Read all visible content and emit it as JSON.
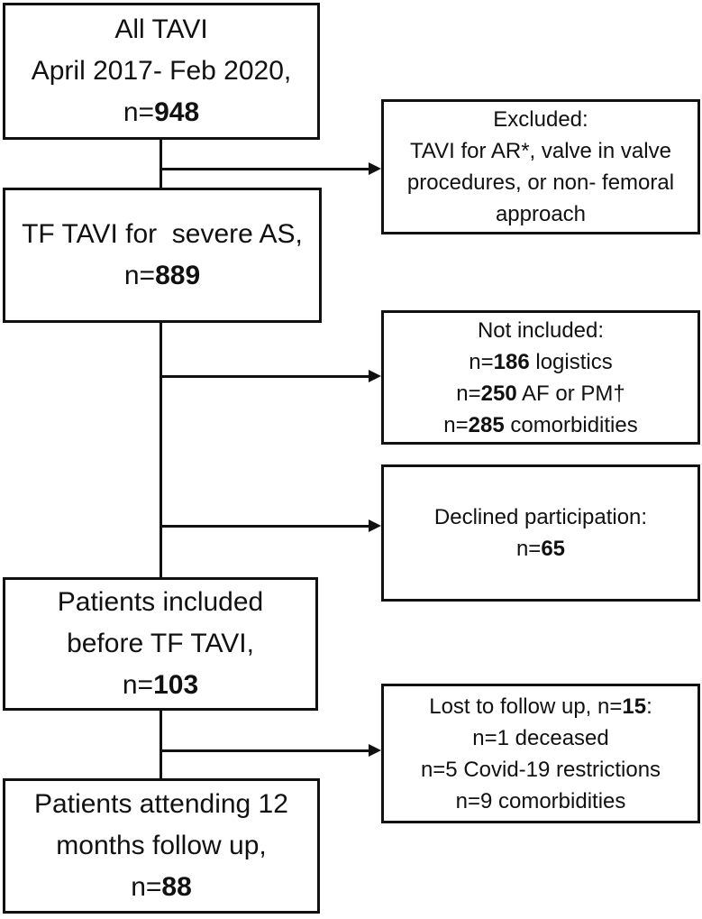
{
  "colors": {
    "ink": "#111111",
    "background": "#ffffff"
  },
  "flowchart": {
    "main_boxes": [
      {
        "lines": [
          "All TAVI",
          "April 2017- Feb 2020,"
        ],
        "n_prefix": "n=",
        "n_value": "948"
      },
      {
        "lines": [
          "TF TAVI for  severe AS,"
        ],
        "n_prefix": "n=",
        "n_value": "889"
      },
      {
        "lines": [
          "Patients included",
          "before TF TAVI,"
        ],
        "n_prefix": "n=",
        "n_value": "103"
      },
      {
        "lines": [
          "Patients attending 12",
          "months follow up,"
        ],
        "n_prefix": "n=",
        "n_value": "88"
      }
    ],
    "side_boxes": [
      {
        "lines": [
          "Excluded:",
          "TAVI for AR*, valve in valve",
          "procedures, or non- femoral",
          "approach"
        ]
      },
      {
        "title": "Not included:",
        "items": [
          {
            "prefix": "n=",
            "value": "186",
            "suffix": " logistics"
          },
          {
            "prefix": "n=",
            "value": "250",
            "suffix": " AF or PM†"
          },
          {
            "prefix": "n=",
            "value": "285",
            "suffix": " comorbidities"
          }
        ]
      },
      {
        "title": "Declined participation:",
        "n_prefix": "n=",
        "n_value": "65"
      },
      {
        "title_prefix": "Lost to follow up, n=",
        "title_value": "15",
        "title_suffix": ":",
        "items_plain": [
          "n=1 deceased",
          "n=5 Covid-19 restrictions",
          "n=9 comorbidities"
        ]
      }
    ]
  }
}
